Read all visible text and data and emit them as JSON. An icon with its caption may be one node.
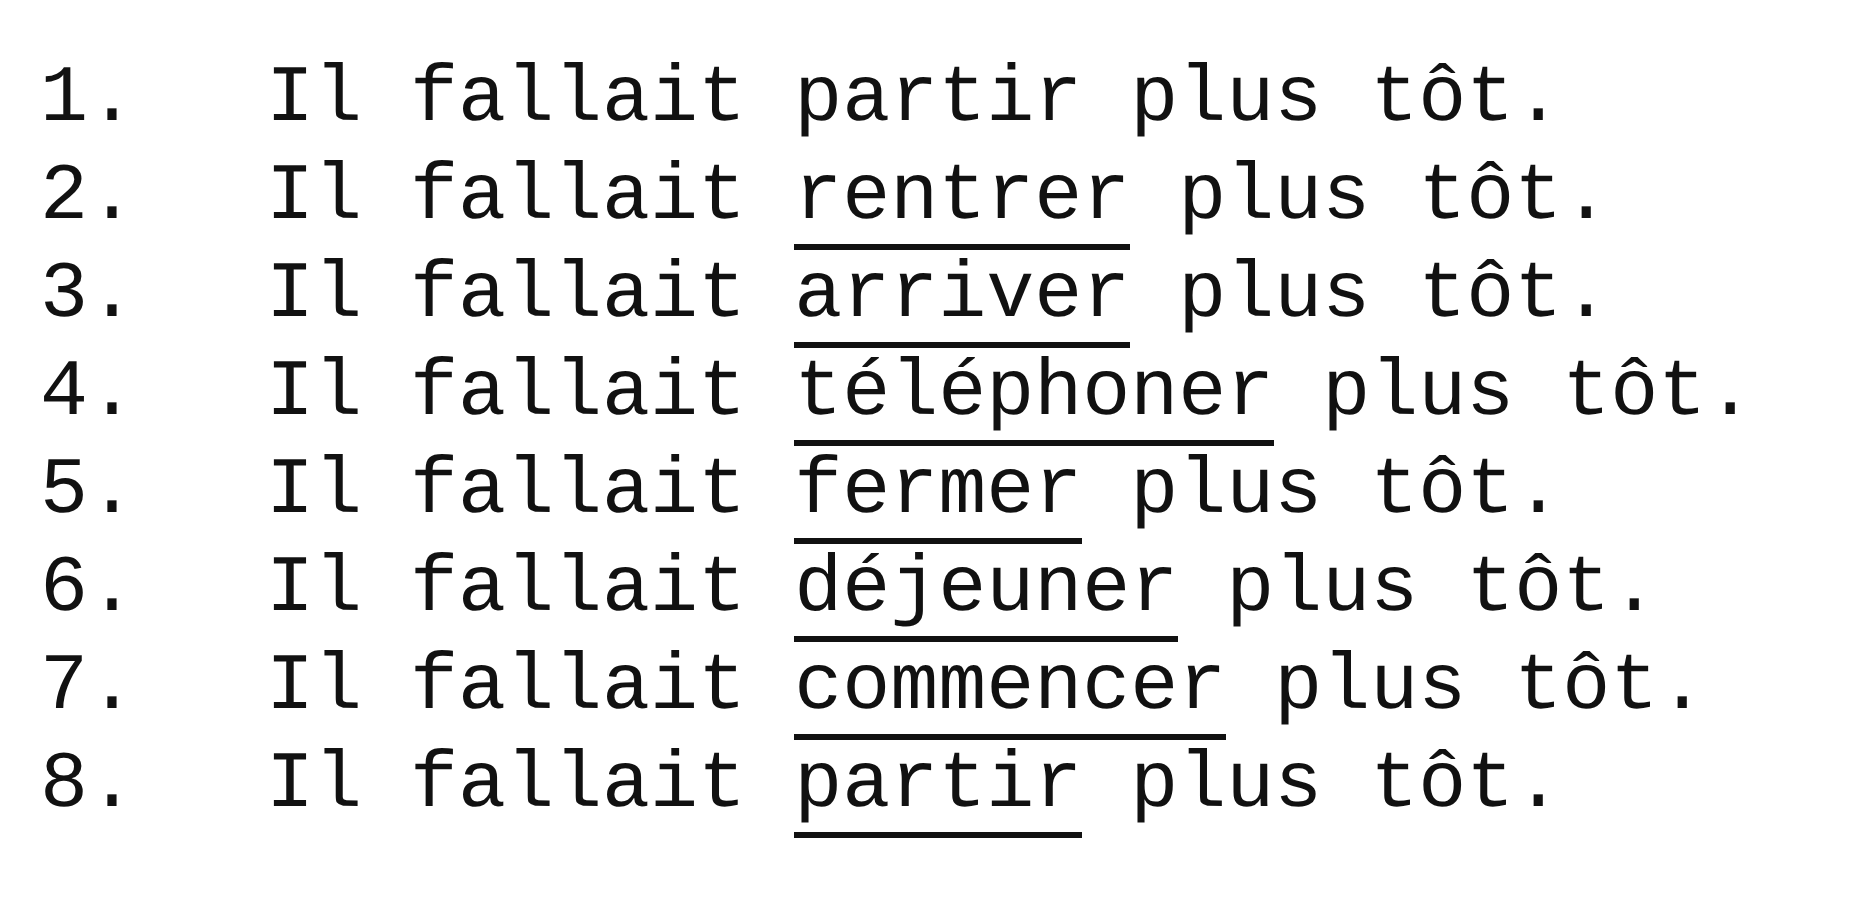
{
  "diagram": {
    "labels": [
      "1. Il fallait partir plus tôt.",
      "2. Il fallait rentrer plus tôt.",
      "3. Il fallait arriver plus tôt.",
      "4. Il fallait téléphoner plus tôt.",
      "5. Il fallait fermer plus tôt.",
      "6. Il fallait déjeuner plus tôt.",
      "7. Il fallait commencer plus tôt.",
      "8. Il fallait partir plus tôt."
    ]
  }
}
